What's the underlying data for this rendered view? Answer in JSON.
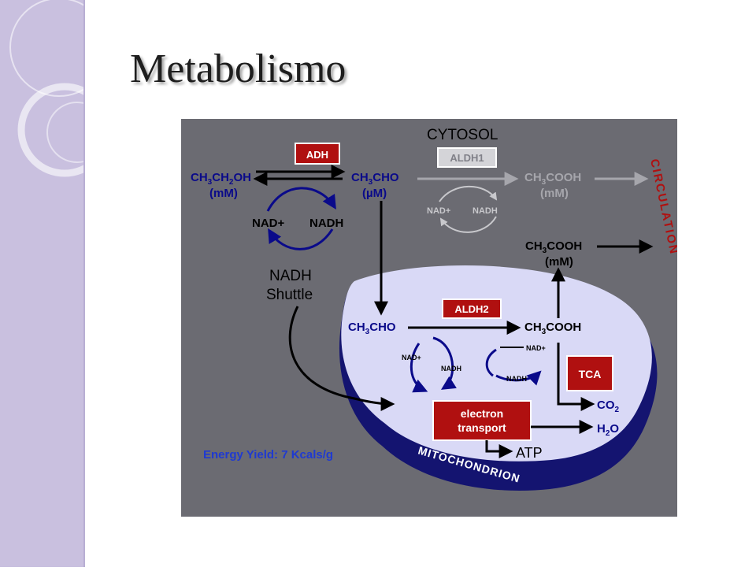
{
  "slide": {
    "title": "Metabolismo"
  },
  "diagram": {
    "cytosol_label": "CYTOSOL",
    "circulation_label": "CIRCULATION",
    "mitochondrion_label": "MITOCHONDRION",
    "enzymes": {
      "adh": "ADH",
      "aldh1": "ALDH1",
      "aldh2": "ALDH2",
      "tca": "TCA",
      "electron_transport_line1": "electron",
      "electron_transport_line2": "transport"
    },
    "compounds": {
      "ethanol_conc": "(mM)",
      "acetaldehyde_conc": "(µM)",
      "acetate_conc": "(mM)",
      "acetate_out_conc": "(mM)",
      "atp": "ATP"
    },
    "cofactors": {
      "nad_plus": "NAD+",
      "nadh": "NADH"
    },
    "shuttle": {
      "line1": "NADH",
      "line2": "Shuttle"
    },
    "energy_yield": "Energy Yield: 7 Kcals/g",
    "colors": {
      "background": "#6b6b72",
      "compound_text": "#0a0a8a",
      "enzyme_red": "#b01010",
      "dim_gray": "#a6a6ac",
      "mitochondrion_fill": "#d9d9f6",
      "mitochondrion_edge": "#141470",
      "circulation_red": "#b01010",
      "energy_blue": "#1f3ad1"
    }
  }
}
